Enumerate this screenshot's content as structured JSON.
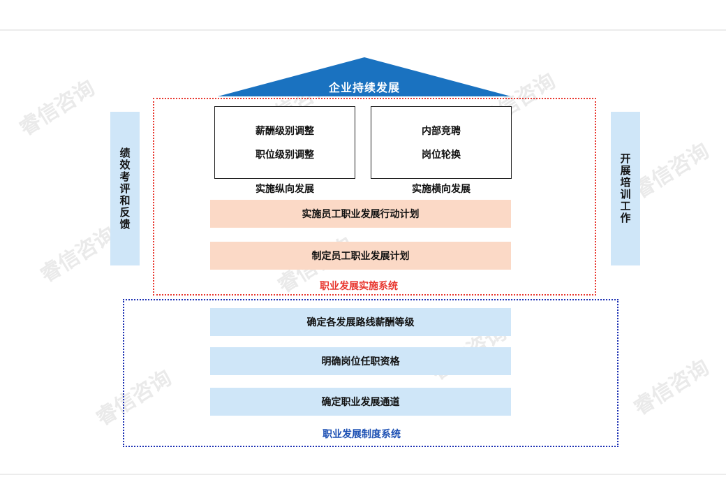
{
  "roof": {
    "label": "企业持续发展",
    "color": "#1a72c0"
  },
  "left_sidebar": {
    "label": "绩效考评和反馈"
  },
  "right_sidebar": {
    "label": "开展培训工作"
  },
  "vertical_box": {
    "line1": "薪酬级别调整",
    "line2": "职位级别调整",
    "caption": "实施纵向发展"
  },
  "horizontal_box": {
    "line1": "内部竞聘",
    "line2": "岗位轮换",
    "caption": "实施横向发展"
  },
  "implementation": {
    "bars": [
      "实施员工职业发展行动计划",
      "制定员工职业发展计划"
    ],
    "label": "职业发展实施系统",
    "label_color": "#e8372f"
  },
  "institution": {
    "bars": [
      "确定各发展路线薪酬等级",
      "明确岗位任职资格",
      "确定职业发展通道"
    ],
    "label": "职业发展制度系统",
    "label_color": "#1b4fb3"
  },
  "watermark": {
    "text": "睿信咨询"
  }
}
